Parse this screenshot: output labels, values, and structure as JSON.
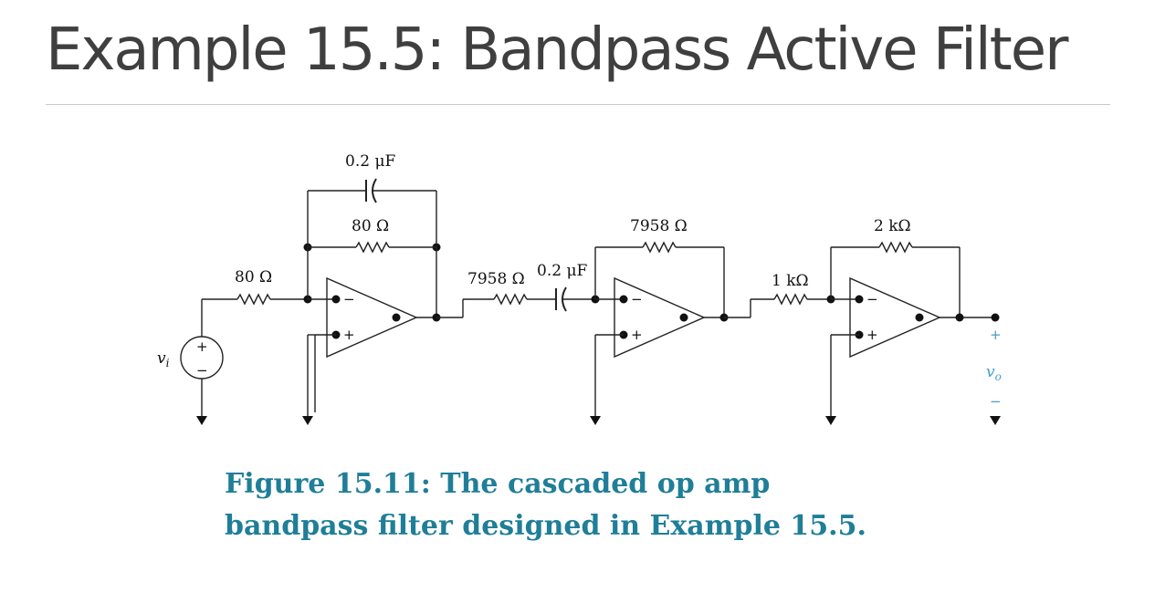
{
  "slide": {
    "title": "Example 15.5: Bandpass Active Filter"
  },
  "circuit": {
    "source_label": "v",
    "source_subscript": "i",
    "source_plus": "+",
    "source_minus": "−",
    "stage1": {
      "cap_label": "0.2 μF",
      "feedback_res_label": "80 Ω",
      "input_res_label": "80 Ω"
    },
    "stage2": {
      "input_res_label": "7958 Ω",
      "input_cap_label": "0.2 μF",
      "feedback_res_label": "7958 Ω"
    },
    "stage3": {
      "input_res_label": "1 kΩ",
      "feedback_res_label": "2 kΩ"
    },
    "opamp_minus": "−",
    "opamp_plus": "+",
    "output_plus": "+",
    "output_label": "v",
    "output_subscript": "o",
    "output_minus": "−"
  },
  "caption": {
    "line1": "Figure 15.11: The cascaded op amp",
    "line2": "bandpass filter designed in Example 15.5."
  },
  "colors": {
    "title": "#3f3f3f",
    "caption": "#1f7e98",
    "output_label": "#4a9cc9",
    "rule": "#c8c8c8"
  }
}
